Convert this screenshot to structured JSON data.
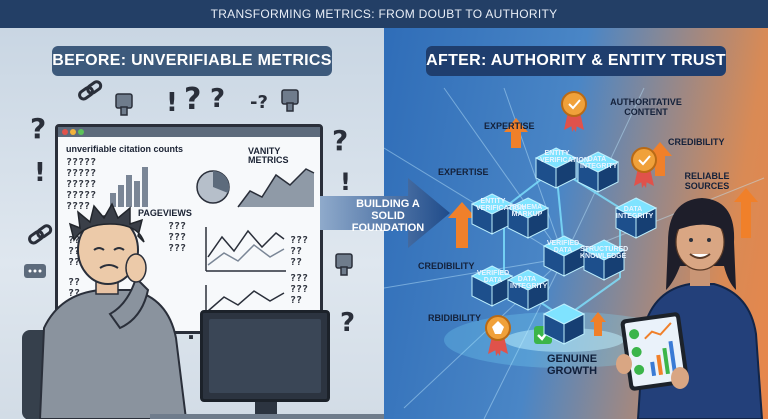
{
  "header": {
    "title": "TRANSFORMING METRICS: FROM DOUBT TO AUTHORITY"
  },
  "before": {
    "banner": "BEFORE: UNVERIFIABLE METRICS",
    "citation_label": "unverifiable citation counts",
    "vanity_label": "VANITY METRICS",
    "pageviews_label": "PAGEVIEWS",
    "qgrid_main": "?????\n?????\n?????\n?????\n????",
    "qgrid_small": "??\n??\n??",
    "qgrid_bottom": "??\n??\n??",
    "qgrid_pv": "???\n???\n???",
    "qgrid_mid": "???\n??\n??",
    "qgrid_right": "???\n???\n??"
  },
  "transition": {
    "text": "BUILDING A SOLID FOUNDATION"
  },
  "after": {
    "banner": "AFTER: AUTHORITY & ENTITY TRUST",
    "labels": {
      "expertise_top": "EXPERTISE",
      "expertise_left": "EXPERTISE",
      "authoritative": "AUTHORITATIVE CONTENT",
      "credibility_right": "CREDIBILITY",
      "reliable": "RELIABLE SOURCES",
      "credibility_left": "CREDIBILITY",
      "rbidibility": "RBIDIBILITY",
      "growth": "GENUINE GROWTH"
    },
    "cubes": {
      "entity_top": "ENTITY VERIFICATION",
      "data_integrity_top": "DATA INTEGRITY",
      "entity_mid": "ENTITY VERIFICATION",
      "schema": "SCHEMA MARKUP",
      "verified_mid": "VERIFIED DATA",
      "structured": "STRUCTURED KNOWLEDGE",
      "data_integrity_right": "DATA INTEGRITY",
      "verified_left": "VERIFIED DATA",
      "data_integrity_low": "DATA INTEGRITY"
    }
  },
  "colors": {
    "accent_orange": "#f0802a",
    "cube_blue": "#1d4f8c",
    "glow": "#7fe3ff",
    "check_green": "#3bb54a"
  }
}
